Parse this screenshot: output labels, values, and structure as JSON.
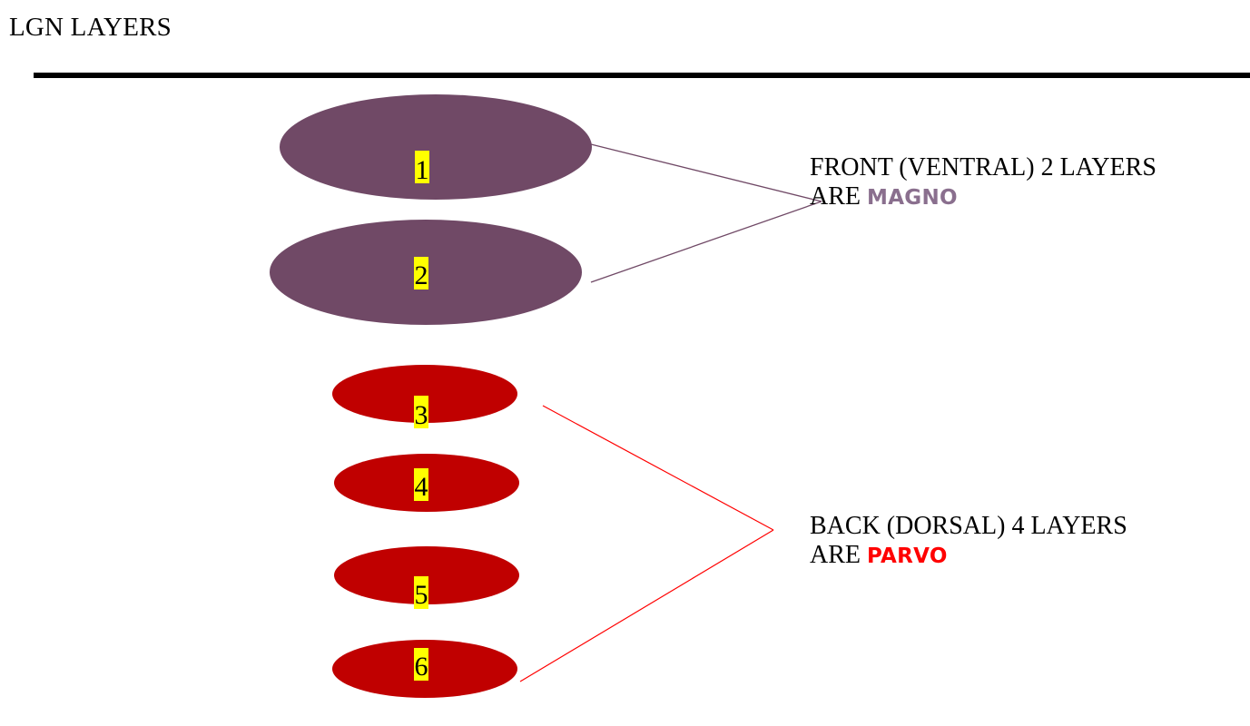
{
  "title": "LGN LAYERS",
  "colors": {
    "magno": "#704966",
    "parvo": "#c00000",
    "label_highlight": "#ffff00",
    "magno_text": "#8a6f8e",
    "parvo_text": "#ff0000"
  },
  "layers": [
    {
      "number": "1",
      "group": "magno"
    },
    {
      "number": "2",
      "group": "magno"
    },
    {
      "number": "3",
      "group": "parvo"
    },
    {
      "number": "4",
      "group": "parvo"
    },
    {
      "number": "5",
      "group": "parvo"
    },
    {
      "number": "6",
      "group": "parvo"
    }
  ],
  "magno_note": {
    "line1": "FRONT (VENTRAL)  2 LAYERS",
    "line2_prefix": "ARE ",
    "emphasis": "MAGNO"
  },
  "parvo_note": {
    "line1": "BACK (DORSAL) 4 LAYERS",
    "line2_prefix": "ARE ",
    "emphasis": "PARVO"
  }
}
